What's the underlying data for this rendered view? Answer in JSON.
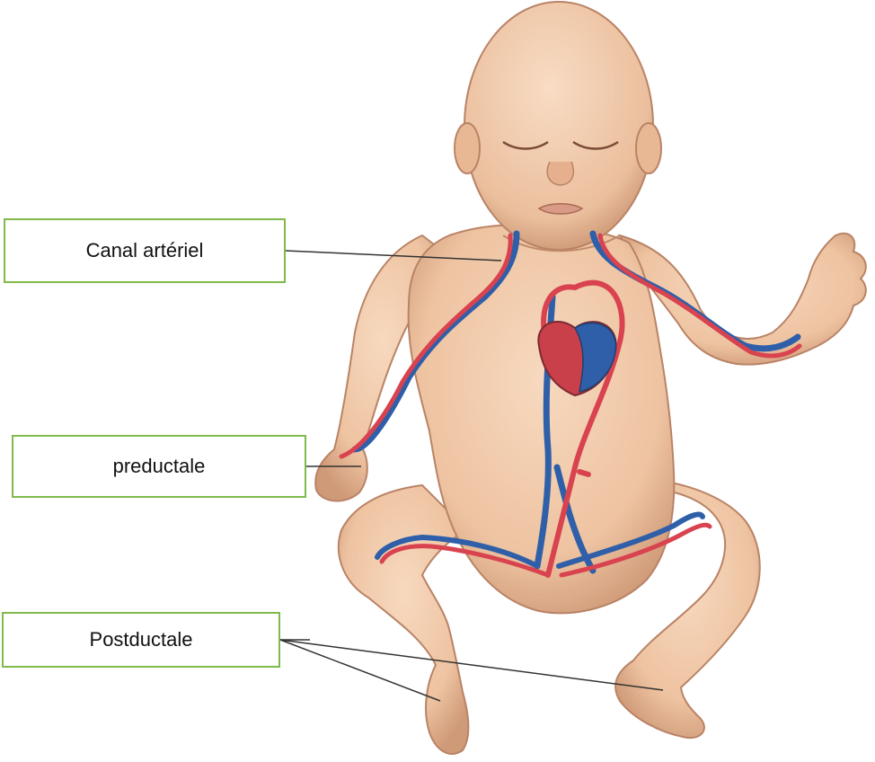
{
  "labels": {
    "canal_arteriel": "Canal artériel",
    "preductale": "preductale",
    "postductale": "Postductale"
  },
  "colors": {
    "label_border": "#7fba4a",
    "skin": "#f0c8a8",
    "skin_shadow": "#c89070",
    "artery": "#d9434f",
    "vein": "#2f5fa8",
    "leader_line": "#333333"
  },
  "icons": [
    "infant-illustration",
    "heart-icon"
  ]
}
